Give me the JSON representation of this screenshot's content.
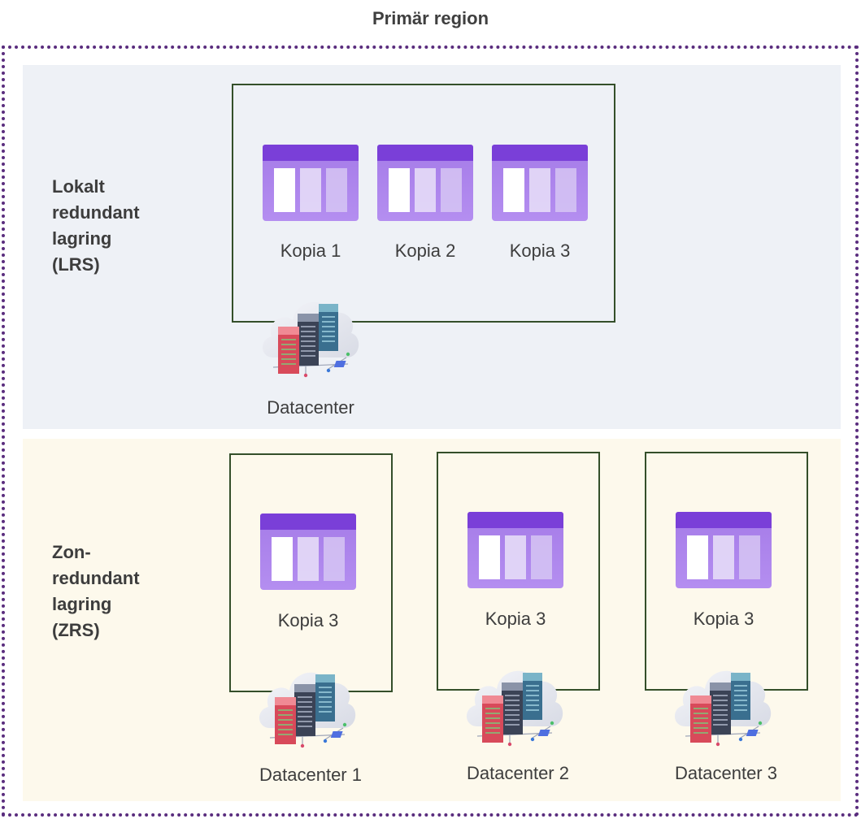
{
  "region": {
    "title": "Primär region"
  },
  "lrs": {
    "label_lines": [
      "Lokalt",
      "redundant",
      "lagring",
      "(LRS)"
    ],
    "copies": [
      "Kopia 1",
      "Kopia 2",
      "Kopia 3"
    ],
    "datacenter": "Datacenter"
  },
  "zrs": {
    "label_lines": [
      "Zon-",
      "redundant",
      "lagring",
      "(ZRS)"
    ],
    "zones": [
      {
        "copy": "Kopia 3",
        "datacenter": "Datacenter 1"
      },
      {
        "copy": "Kopia 3",
        "datacenter": "Datacenter 2"
      },
      {
        "copy": "Kopia 3",
        "datacenter": "Datacenter 3"
      }
    ]
  },
  "icons": {
    "storage": "storage-account-icon",
    "datacenter": "datacenter-icon"
  },
  "colors": {
    "region_border": "#5a2d7e",
    "zone_border": "#344f2a",
    "lrs_band": "#eef1f6",
    "zrs_band": "#fdf9ec",
    "storage_purple": "#7b3fd6"
  }
}
